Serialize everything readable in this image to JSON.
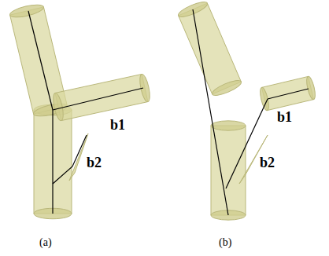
{
  "diagram": {
    "labels": [
      "b1",
      "b2",
      "(a)",
      "b1",
      "b2",
      "(b)"
    ]
  }
}
